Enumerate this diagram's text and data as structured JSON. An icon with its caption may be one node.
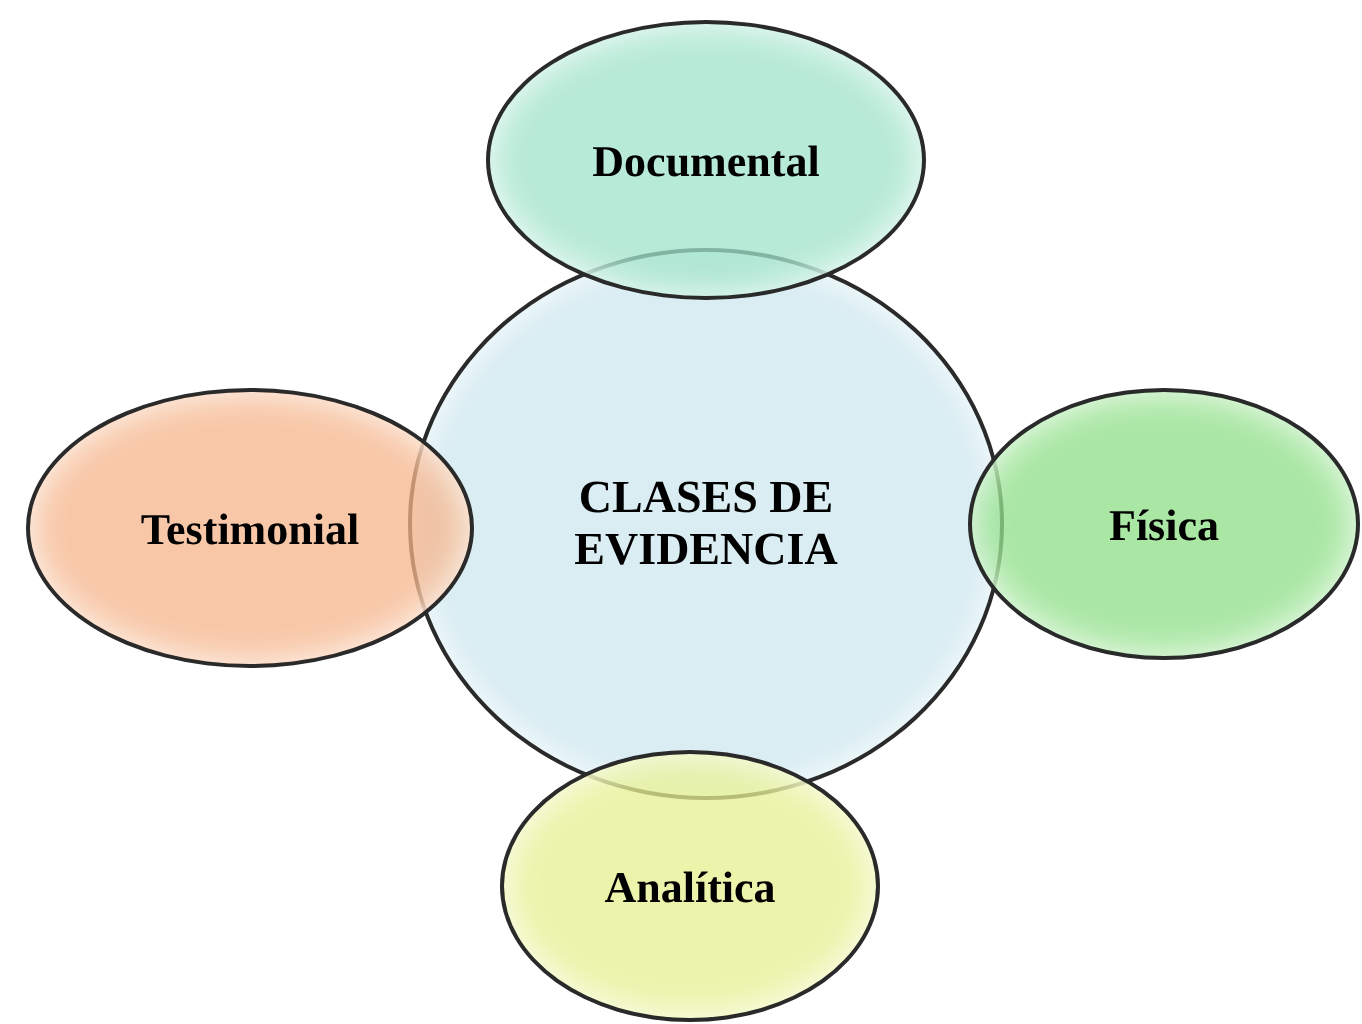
{
  "diagram": {
    "nodes": [
      {
        "text": [
          "CLASES DE EVIDENCIA"
        ]
      },
      {
        "text": [
          "Documental"
        ]
      },
      {
        "text": [
          "Testimonial"
        ]
      },
      {
        "text": [
          "Física"
        ]
      },
      {
        "text": [
          "Analítica"
        ]
      }
    ]
  }
}
